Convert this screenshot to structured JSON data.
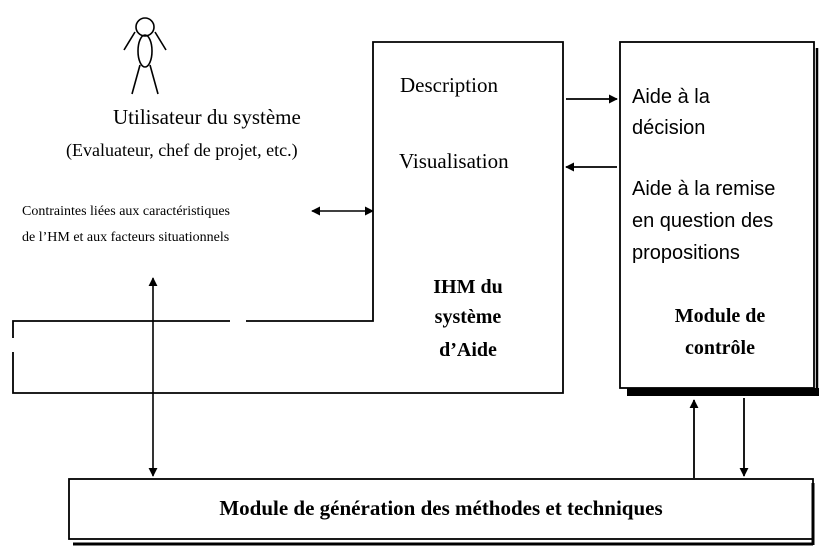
{
  "user": {
    "title": "Utilisateur du système",
    "subtitle": "(Evaluateur, chef de projet, etc.)",
    "icon": "stick-figure-user-icon"
  },
  "constraints": {
    "line1": "Contraintes liées aux caractéristiques",
    "line2": "de l’HM et aux facteurs situationnels"
  },
  "ihm": {
    "description": "Description",
    "visualisation": "Visualisation",
    "title_line1": "IHM du",
    "title_line2": "système",
    "title_line3": "d’Aide"
  },
  "control_module": {
    "aide_line1": "Aide à la",
    "aide_line2": "décision",
    "remise_line1": "Aide à la remise",
    "remise_line2": "en question des",
    "remise_line3": "propositions",
    "title_line1": "Module de",
    "title_line2": "contrôle"
  },
  "generation_module": {
    "title": "Module de génération des méthodes et techniques"
  }
}
